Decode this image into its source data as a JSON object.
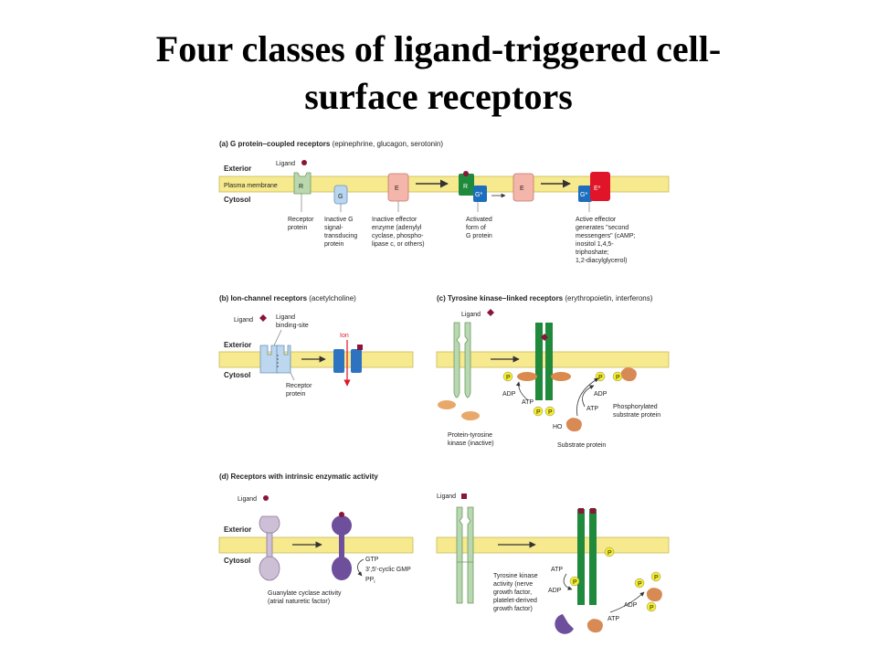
{
  "title": {
    "line1": "Four classes of ligand-triggered cell-",
    "line2": "surface receptors"
  },
  "colors": {
    "membrane": "#f7e98e",
    "receptor_a": "#b9d8ae",
    "g_protein": "#b8d6f0",
    "effector": "#f4b6aa",
    "active_effector": "#e0152a",
    "activated_receptor": "#1f8a3c",
    "g_active": "#1d6fbd",
    "ion_closed": "#bcd7ee",
    "ion_open": "#2d73c2",
    "tyrosine_inactive": "#b7d8b0",
    "tyrosine_active": "#1f8a3c",
    "kinase_blob": "#e8a86a",
    "phosphate": "#f4ee2a",
    "substrate": "#d88a55",
    "guanylate_inactive": "#cdbfd6",
    "guanylate_active": "#6d4f9c",
    "ligand": "#8a1538"
  },
  "panel_a": {
    "caption_bold": "(a) G protein–coupled receptors",
    "caption_rest": " (epinephrine, glucagon, serotonin)",
    "exterior": "Exterior",
    "membrane": "Plasma membrane",
    "cytosol": "Cytosol",
    "ligand": "Ligand",
    "R": "R",
    "G": "G",
    "E": "E",
    "G_active": "G*",
    "E_active": "E*",
    "receptor_label": [
      "Receptor",
      "protein"
    ],
    "g_label": [
      "Inactive G",
      "signal-",
      "transducing",
      "protein"
    ],
    "effector_label": [
      "Inactive effector",
      "enzyme (adenylyl",
      "cyclase, phospho-",
      "lipase c, or others)"
    ],
    "activated_label": [
      "Activated",
      "form of",
      "G protein"
    ],
    "active_effector_label": [
      "Active effector",
      "generates \"second",
      "messengers\" (cAMP;",
      "inositol 1,4,5-",
      "triphoshate;",
      "1,2-diacylglycerol)"
    ]
  },
  "panel_b": {
    "caption_bold": "(b) Ion-channel receptors",
    "caption_rest": " (acetylcholine)",
    "ligand": "Ligand",
    "binding_site": [
      "Ligand",
      "binding-site"
    ],
    "exterior": "Exterior",
    "cytosol": "Cytosol",
    "ion": "Ion",
    "receptor_label": [
      "Receptor",
      "protein"
    ]
  },
  "panel_c": {
    "caption_bold": "(c) Tyrosine kinase–linked receptors",
    "caption_rest": " (erythropoietin, interferons)",
    "ligand": "Ligand",
    "kinase_label": [
      "Protein-tyrosine",
      "kinase (inactive)"
    ],
    "P": "P",
    "adp": "ADP",
    "atp": "ATP",
    "ho": "HO",
    "phosphorylated_label": [
      "Phosphorylated",
      "substrate protein"
    ],
    "substrate_label": "Substrate protein"
  },
  "panel_d": {
    "caption_bold": "(d) Receptors with intrinsic enzymatic activity",
    "ligand": "Ligand",
    "exterior": "Exterior",
    "cytosol": "Cytosol",
    "gtp": "GTP",
    "cgmp": "3',5'-cyclic GMP",
    "ppi": "PP",
    "ppi_sub": "i",
    "guanylate_label": [
      "Guanylate cyclase activity",
      "(atrial naturetic factor)"
    ],
    "ligand2": "Ligand",
    "atp": "ATP",
    "adp": "ADP",
    "P": "P",
    "tyrosine_label": [
      "Tyrosine kinase",
      "activity (nerve",
      "growth factor,",
      "platelet-derived",
      "growth factor)"
    ]
  }
}
